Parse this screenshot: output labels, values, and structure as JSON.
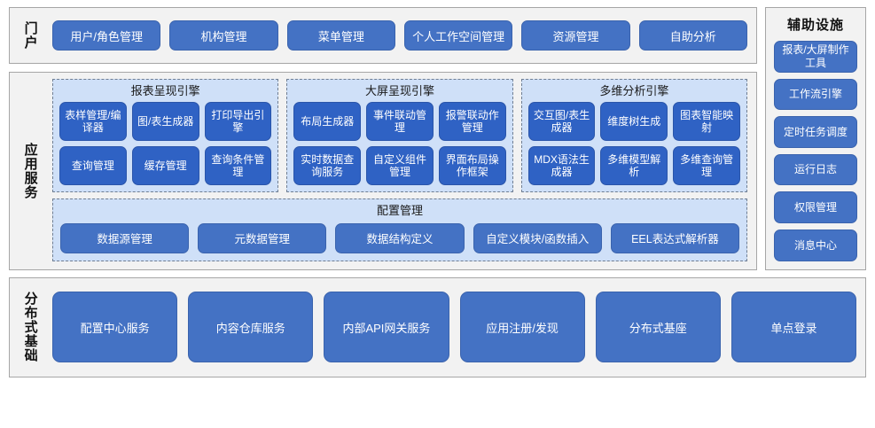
{
  "diagram": {
    "colors": {
      "band_background": "#F2F2F2",
      "band_border": "#A6A6A6",
      "panel_background": "#CFE0F8",
      "panel_border": "#6F7E93",
      "button_primary": "#4472C4",
      "button_engine": "#2F62C4",
      "button_text": "#FFFFFF"
    }
  },
  "portal": {
    "label": "门户",
    "buttons": [
      {
        "label": "用户/角色管理"
      },
      {
        "label": "机构管理"
      },
      {
        "label": "菜单管理"
      },
      {
        "label": "个人工作空间管理"
      },
      {
        "label": "资源管理"
      },
      {
        "label": "自助分析"
      }
    ]
  },
  "app_services": {
    "label": "应用服务",
    "engines": [
      {
        "title": "报表呈现引擎",
        "buttons": [
          {
            "label": "表样管理/编译器"
          },
          {
            "label": "图/表生成器"
          },
          {
            "label": "打印导出引擎"
          },
          {
            "label": "查询管理"
          },
          {
            "label": "缓存管理"
          },
          {
            "label": "查询条件管理"
          }
        ]
      },
      {
        "title": "大屏呈现引擎",
        "buttons": [
          {
            "label": "布局生成器"
          },
          {
            "label": "事件联动管理"
          },
          {
            "label": "报警联动作管理"
          },
          {
            "label": "实时数据查询服务"
          },
          {
            "label": "自定义组件管理"
          },
          {
            "label": "界面布局操作框架"
          }
        ]
      },
      {
        "title": "多维分析引擎",
        "buttons": [
          {
            "label": "交互图/表生成器"
          },
          {
            "label": "维度树生成"
          },
          {
            "label": "图表智能映射"
          },
          {
            "label": "MDX语法生成器"
          },
          {
            "label": "多维模型解析"
          },
          {
            "label": "多维查询管理"
          }
        ]
      }
    ],
    "config": {
      "title": "配置管理",
      "buttons": [
        {
          "label": "数据源管理"
        },
        {
          "label": "元数据管理"
        },
        {
          "label": "数据结构定义"
        },
        {
          "label": "自定义模块/函数插入"
        },
        {
          "label": "EEL表达式解析器"
        }
      ]
    }
  },
  "aux_facilities": {
    "title": "辅助设施",
    "buttons": [
      {
        "label": "报表/大屏制作工具"
      },
      {
        "label": "工作流引擎"
      },
      {
        "label": "定时任务调度"
      },
      {
        "label": "运行日志"
      },
      {
        "label": "权限管理"
      },
      {
        "label": "消息中心"
      }
    ]
  },
  "distributed_base": {
    "label": "分布式基础",
    "buttons": [
      {
        "label": "配置中心服务"
      },
      {
        "label": "内容仓库服务"
      },
      {
        "label": "内部API网关服务"
      },
      {
        "label": "应用注册/发现"
      },
      {
        "label": "分布式基座"
      },
      {
        "label": "单点登录"
      }
    ]
  }
}
